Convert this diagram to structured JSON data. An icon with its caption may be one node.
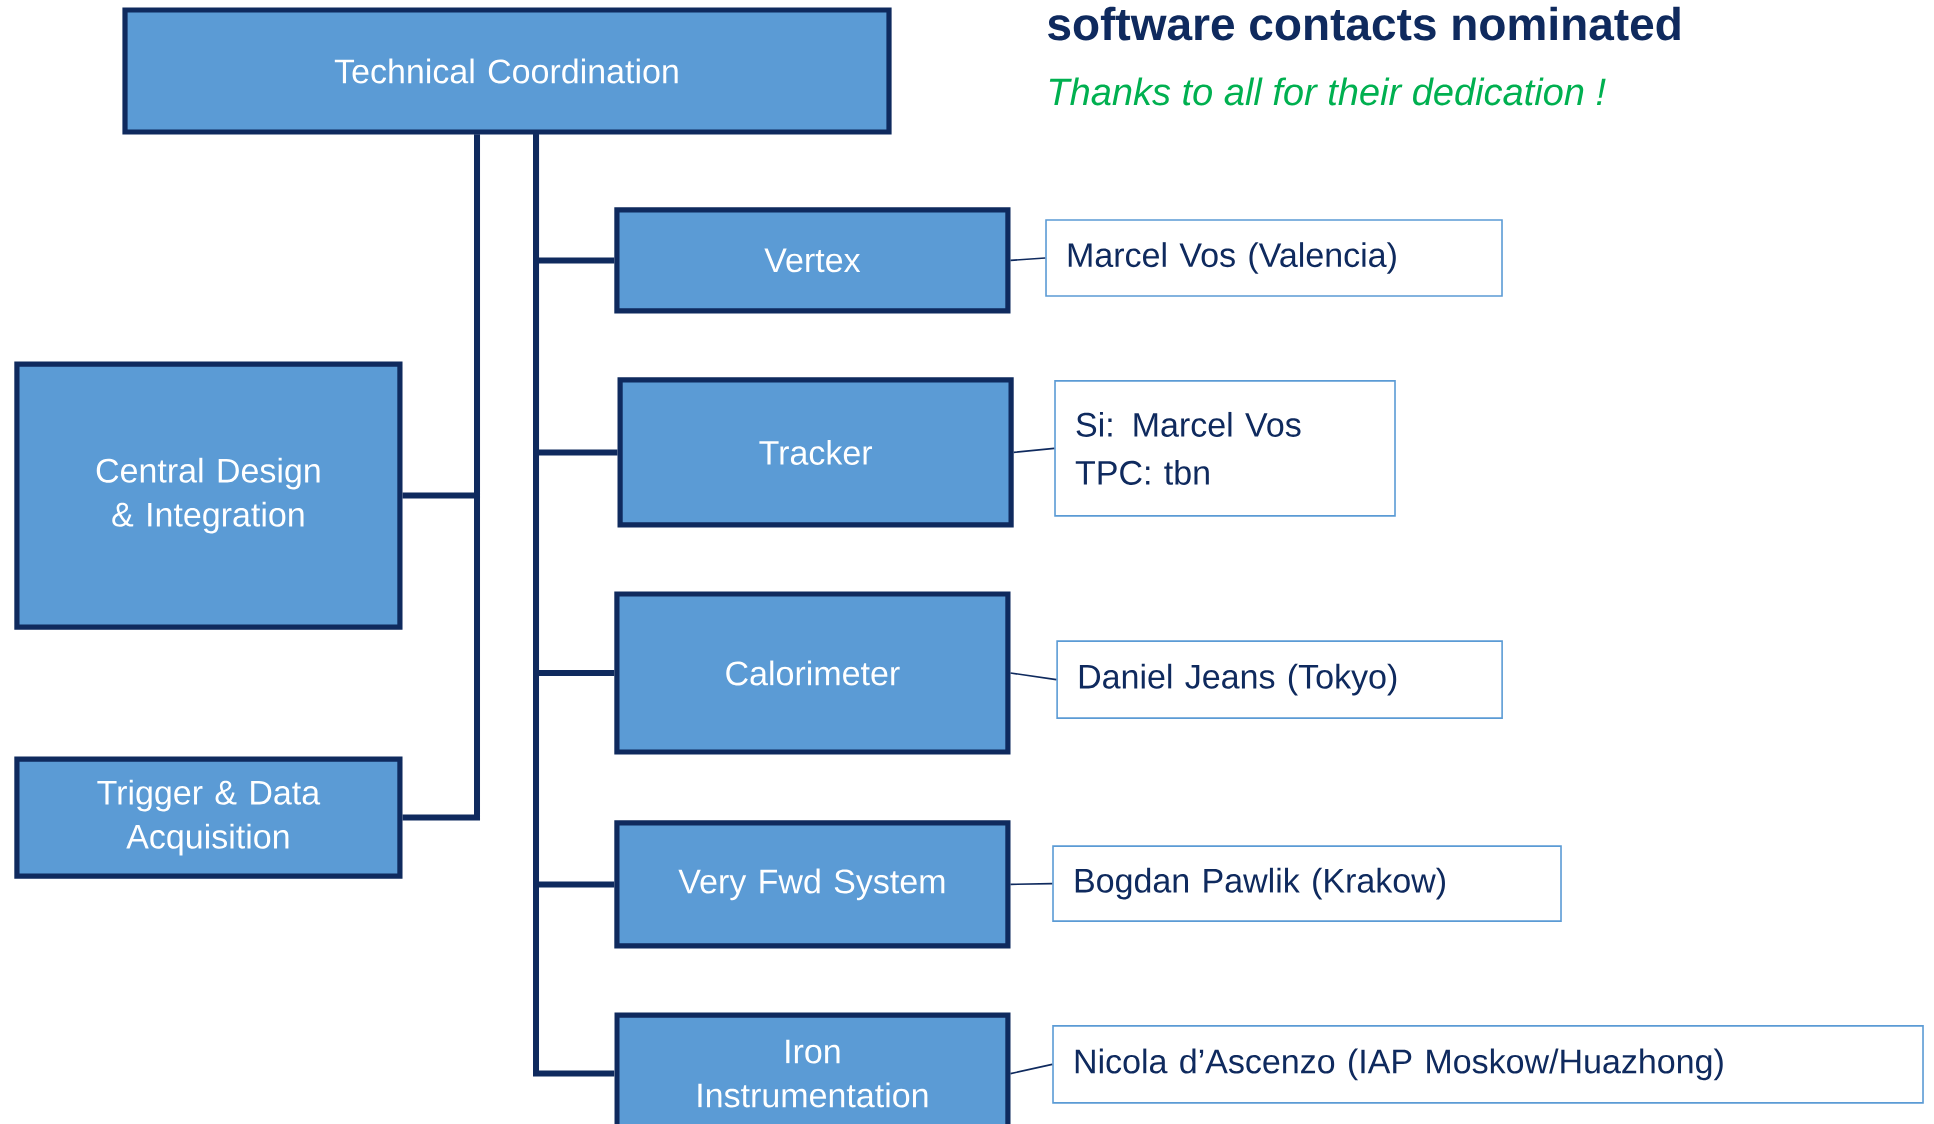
{
  "diagram": {
    "title": "software contacts nominated",
    "nodes": [
      {
        "text": [
          "Technical Coordination"
        ]
      },
      {
        "text": [
          "Central Design & Integration"
        ]
      },
      {
        "text": [
          "Trigger & Data Acquisition"
        ]
      },
      {
        "text": [
          "Vertex"
        ]
      },
      {
        "text": [
          "Marcel Vos (Valencia)"
        ]
      },
      {
        "text": [
          "Tracker"
        ]
      },
      {
        "text": [
          "Si: Marcel Vos",
          "TPC: tbn"
        ]
      },
      {
        "text": [
          "Calorimeter"
        ]
      },
      {
        "text": [
          "Daniel Jeans (Tokyo)"
        ]
      },
      {
        "text": [
          "Very Fwd System"
        ]
      },
      {
        "text": [
          "Bogdan Pawlik (Krakow)"
        ]
      },
      {
        "text": [
          "Iron Instrumentation"
        ]
      },
      {
        "text": [
          "Nicola d’Ascenzo (IAP Moskow/Huazhong)"
        ]
      }
    ],
    "edges": [
      {
        "from": 0,
        "to": 1,
        "arrow": "none"
      },
      {
        "from": 0,
        "to": 2,
        "arrow": "none"
      },
      {
        "from": 0,
        "to": 3,
        "arrow": "none"
      },
      {
        "from": 0,
        "to": 5,
        "arrow": "none"
      },
      {
        "from": 0,
        "to": 7,
        "arrow": "none"
      },
      {
        "from": 0,
        "to": 9,
        "arrow": "none"
      },
      {
        "from": 0,
        "to": 11,
        "arrow": "none"
      },
      {
        "from": 3,
        "to": 4,
        "arrow": "none"
      },
      {
        "from": 5,
        "to": 6,
        "arrow": "none"
      },
      {
        "from": 7,
        "to": 8,
        "arrow": "none"
      },
      {
        "from": 9,
        "to": 10,
        "arrow": "none"
      },
      {
        "from": 11,
        "to": 12,
        "arrow": "none"
      }
    ],
    "labels": [
      "Thanks to all for their dedication !"
    ]
  }
}
